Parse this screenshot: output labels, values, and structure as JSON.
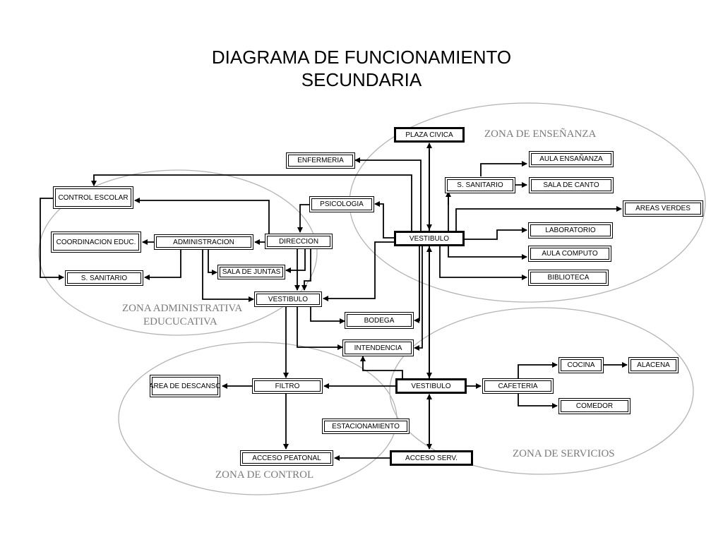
{
  "title": {
    "line1": "DIAGRAMA DE FUNCIONAMIENTO",
    "line2": "SECUNDARIA"
  },
  "zones": {
    "ensenanza": "ZONA DE ENSEÑANZA",
    "administrativa_line1": "ZONA ADMINISTRATIVA",
    "administrativa_line2": "EDUCUCATIVA",
    "control": "ZONA DE CONTROL",
    "servicios": "ZONA DE SERVICIOS"
  },
  "nodes": {
    "plaza_civica": "PLAZA CIVICA",
    "enfermeria": "ENFERMERIA",
    "aula_ensananza": "AULA ENSAÑANZA",
    "s_sanitario_ens": "S. SANITARIO",
    "sala_de_canto": "SALA DE CANTO",
    "control_escolar": "CONTROL ESCOLAR",
    "psicologia": "PSICOLOGIA",
    "areas_verdes": "AREAS VERDES",
    "vestibulo_ens": "VESTIBULO",
    "laboratorio": "LABORATORIO",
    "coordinacion_educ": "COORDINACION EDUC.",
    "administracion": "ADMINISTRACION",
    "direccion": "DIRECCION",
    "aula_computo": "AULA COMPUTO",
    "sala_de_juntas": "SALA DE JUNTAS",
    "s_sanitario_adm": "S. SANITARIO",
    "biblioteca": "BIBLIOTECA",
    "vestibulo_adm": "VESTIBULO",
    "bodega": "BODEGA",
    "intendencia": "INTENDENCIA",
    "cocina": "COCINA",
    "alacena": "ALACENA",
    "area_de_descanso": "AREA DE DESCANSO",
    "filtro": "FILTRO",
    "vestibulo_serv": "VESTIBULO",
    "cafeteria": "CAFETERIA",
    "comedor": "COMEDOR",
    "estacionamiento": "ESTACIONAMIENTO",
    "acceso_peatonal": "ACCESO PEATONAL",
    "acceso_serv": "ACCESO SERV."
  }
}
